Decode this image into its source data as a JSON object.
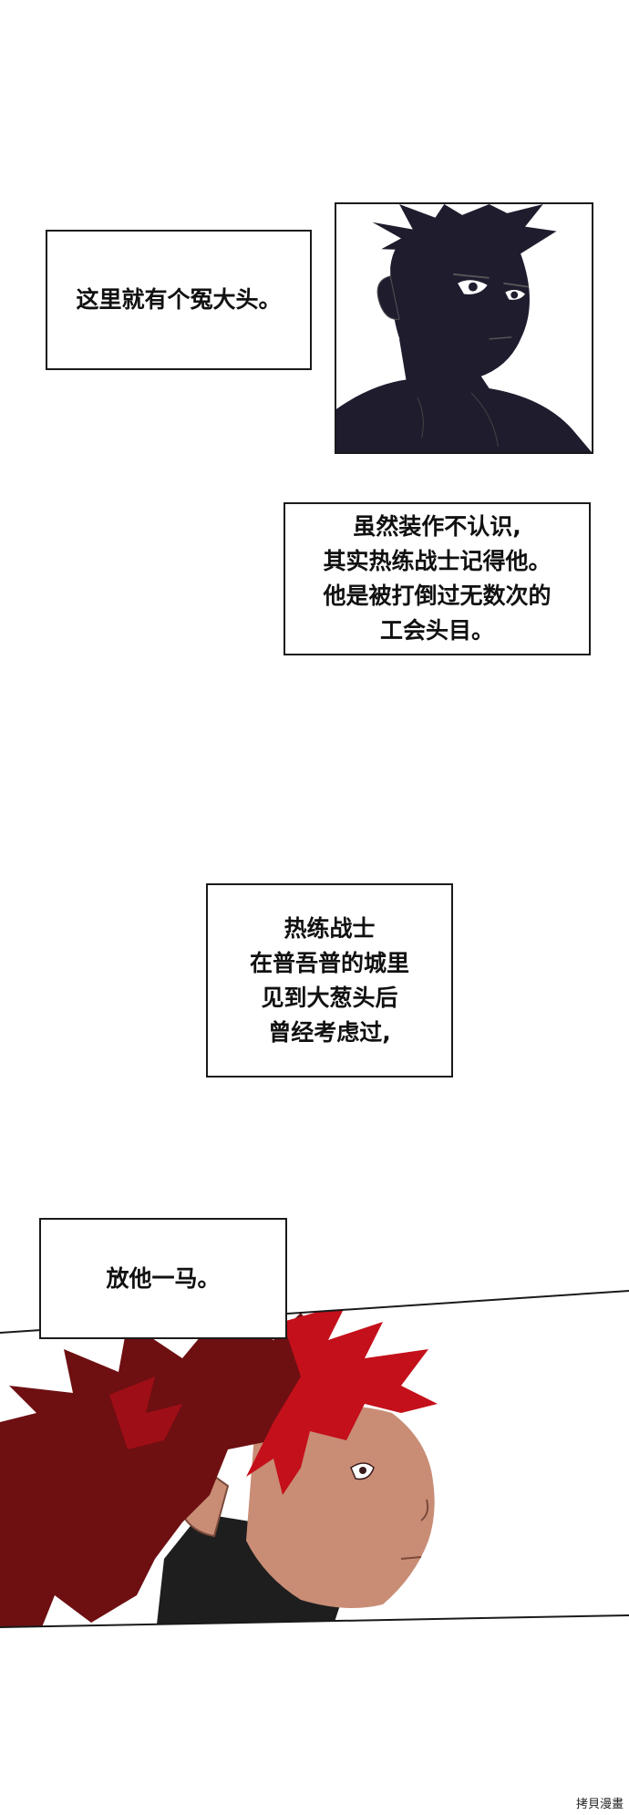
{
  "captions": [
    {
      "lines": [
        "这里就有个冤大头。"
      ]
    },
    {
      "lines": [
        "虽然装作不认识,",
        "其实热练战士记得他。",
        "他是被打倒过无数次的",
        "工会头目。"
      ]
    },
    {
      "lines": [
        "热练战士",
        "在普吾普的城里",
        "见到大葱头后",
        "曾经考虑过,"
      ]
    },
    {
      "lines": [
        "放他一马。"
      ]
    }
  ],
  "watermark": "拷貝漫畫",
  "colors": {
    "shadow_character": "#1f1c2e",
    "hair_dark_red": "#6e0f12",
    "hair_red": "#c4101a",
    "skin": "#c98d76",
    "border": "#1a1a1a"
  }
}
